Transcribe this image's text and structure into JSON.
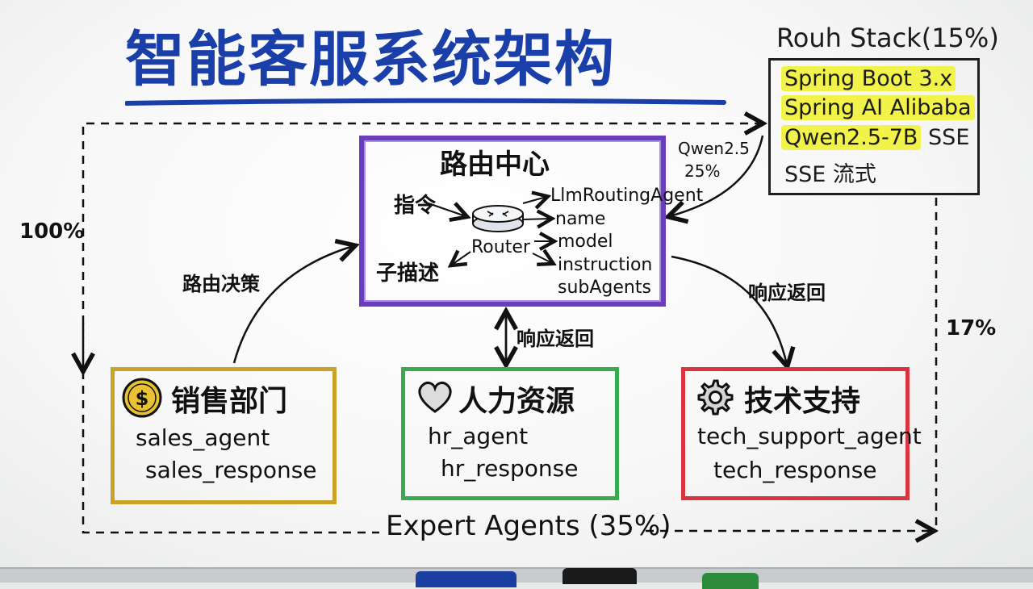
{
  "title": "智能客服系统架构",
  "tech_stack": {
    "heading": "Rouh Stack(15%)",
    "items": [
      "Spring Boot 3.x",
      "Spring AI Alibaba",
      "Qwen2.5-7B"
    ],
    "inline_suffix": "SSE",
    "last_line": "SSE 流式"
  },
  "router": {
    "title": "路由中心",
    "input_label": "指令",
    "desc_label": "子描述",
    "router_label": "Router",
    "fields": [
      "LlmRoutingAgent",
      "name",
      "model",
      "instruction",
      "subAgents"
    ]
  },
  "edge_labels": {
    "qwen_model": "Qwen2.5",
    "qwen_pct": "25%",
    "left_pct": "100%",
    "right_pct": "17%",
    "route_decision": "路由决策",
    "response_mid": "响应返回",
    "response_right": "响应返回",
    "bottom": "Expert Agents (35%)"
  },
  "departments": [
    {
      "title": "销售部门",
      "agent": "sales_agent",
      "response": "sales_response",
      "icon": "coin-icon",
      "color": "#c9a227"
    },
    {
      "title": "人力资源",
      "agent": "hr_agent",
      "response": "hr_response",
      "icon": "heart-icon",
      "color": "#3aaa4f"
    },
    {
      "title": "技术支持",
      "agent": "tech_support_agent",
      "response": "tech_response",
      "icon": "gear-icon",
      "color": "#d9343f"
    }
  ],
  "colors": {
    "title": "#1b3fa8",
    "router_border": "#6a3dbd",
    "highlight": "#f1f24a"
  }
}
